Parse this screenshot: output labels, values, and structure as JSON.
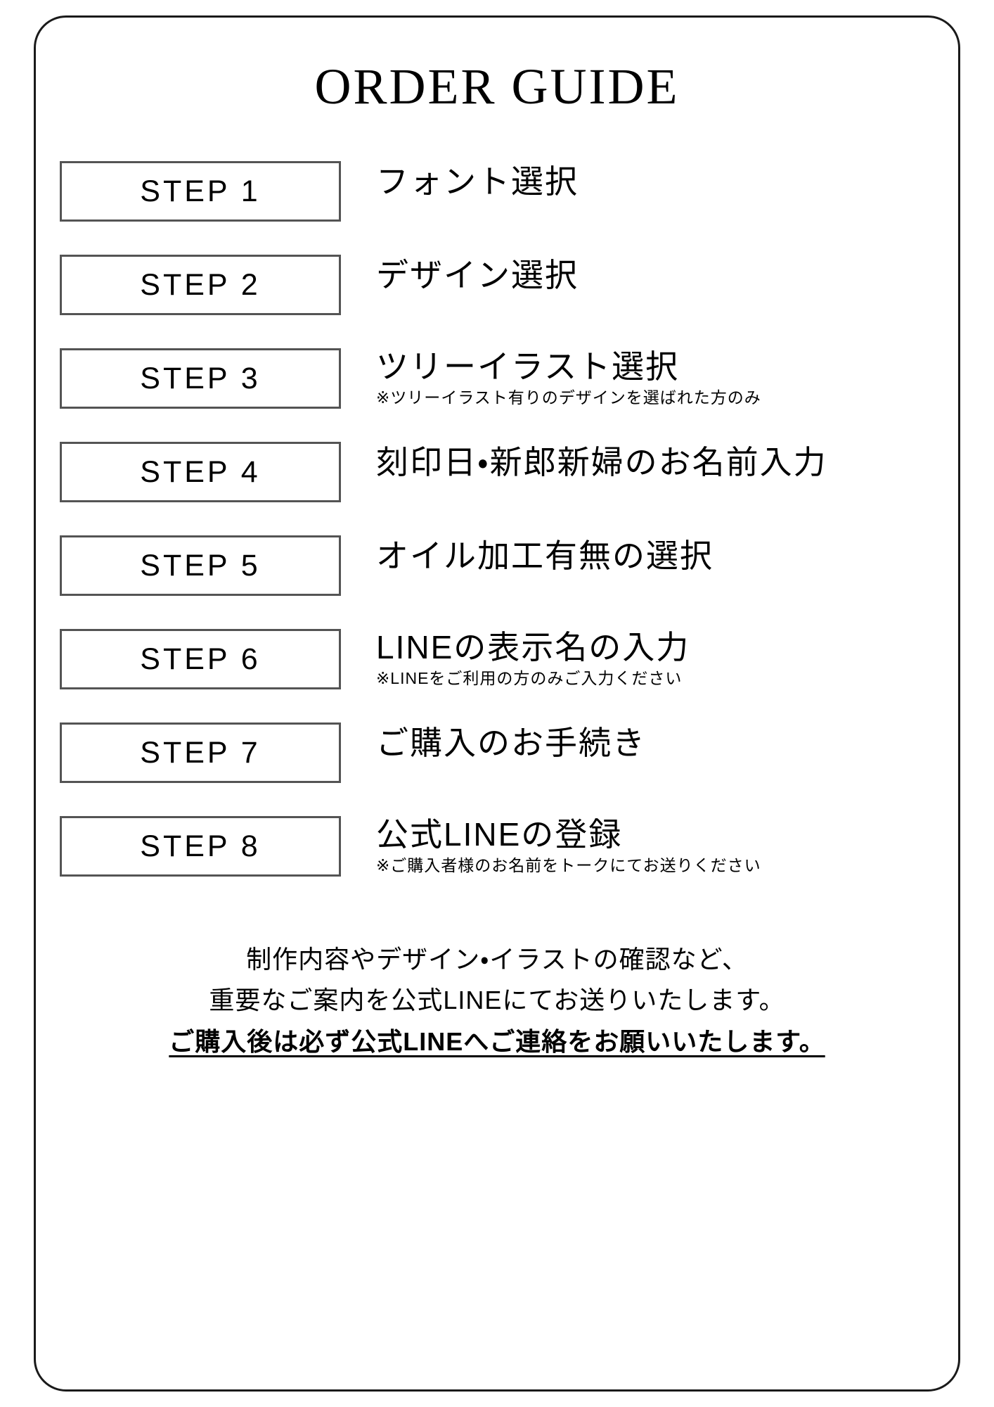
{
  "document": {
    "title": "ORDER GUIDE"
  },
  "steps": [
    {
      "box_label": "STEP 1",
      "title": "フォント選択",
      "note": ""
    },
    {
      "box_label": "STEP 2",
      "title": "デザイン選択",
      "note": ""
    },
    {
      "box_label": "STEP 3",
      "title": "ツリーイラスト選択",
      "note": "※ツリーイラスト有りのデザインを選ばれた方のみ"
    },
    {
      "box_label": "STEP 4",
      "title": "刻印日・新郎新婦のお名前入力",
      "note": ""
    },
    {
      "box_label": "STEP 5",
      "title": "オイル加工有無の選択",
      "note": ""
    },
    {
      "box_label": "STEP 6",
      "title": "LINEの表示名の入力",
      "note": "※LINEをご利用の方のみご入力ください"
    },
    {
      "box_label": "STEP 7",
      "title": "ご購入のお手続き",
      "note": ""
    },
    {
      "box_label": "STEP 8",
      "title": "公式LINEの登録",
      "note": "※ご購入者様のお名前をトークにてお送りください"
    }
  ],
  "footer": {
    "lines": [
      "制作内容やデザイン・イラストの確認など、",
      "重要なご案内を公式LINEにてお送りいたします。",
      "ご購入後は必ず公式LINEへご連絡をお願いいたします。"
    ]
  },
  "colors": {
    "text": "#000000",
    "card_border": "#1a1a1a",
    "step_box_border": "#545454",
    "background": "#ffffff"
  }
}
